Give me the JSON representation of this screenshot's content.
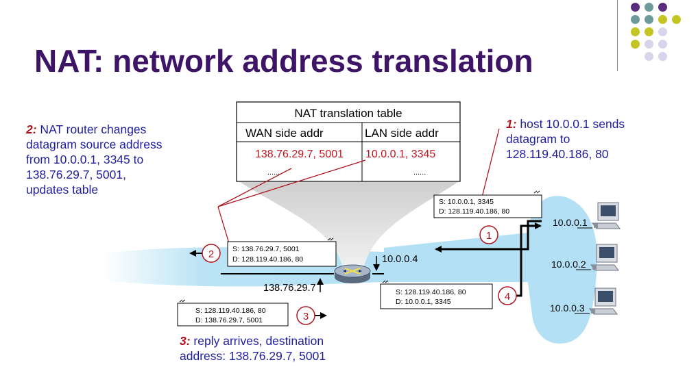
{
  "title": "NAT: network address translation",
  "colors": {
    "title": "#3d1466",
    "note_text": "#1f1f9e",
    "step_number": "#b0141d",
    "red_values": "#c0161f",
    "network_cloud": "#b3e0f5",
    "decor_purple": "#5b2d7e",
    "decor_teal": "#6f9a9a",
    "decor_yellow": "#c4c423",
    "decor_lilac": "#d8d4ec"
  },
  "notes": {
    "step1": {
      "number": "1:",
      "lines": [
        " host 10.0.0.1 sends",
        "datagram to",
        "128.119.40.186, 80"
      ]
    },
    "step2": {
      "number": "2:",
      "lines": [
        " NAT router changes",
        "datagram source address",
        "from 10.0.0.1, 3345 to",
        "138.76.29.7, 5001,",
        "updates table"
      ]
    },
    "step3": {
      "number": "3:",
      "lines": [
        " reply arrives, destination",
        "address: 138.76.29.7, 5001"
      ]
    }
  },
  "nat_table": {
    "title": "NAT translation table",
    "col_wan": "WAN side addr",
    "col_lan": "LAN side addr",
    "row_wan": "138.76.29.7, 5001",
    "row_lan": "10.0.0.1, 3345",
    "ellipsis_wan": "......",
    "ellipsis_lan": "......"
  },
  "datagrams": {
    "d1": {
      "src": "S: 10.0.0.1, 3345",
      "dst": "D: 128.119.40.186, 80"
    },
    "d2": {
      "src": "S: 138.76.29.7, 5001",
      "dst": "D: 128.119.40.186, 80"
    },
    "d3": {
      "src": "S: 128.119.40.186, 80",
      "dst": "D: 138.76.29.7, 5001"
    },
    "d4": {
      "src": "S: 128.119.40.186, 80",
      "dst": "D: 10.0.0.1, 3345"
    }
  },
  "step_circles": [
    "1",
    "2",
    "3",
    "4"
  ],
  "addresses": {
    "router_lan": "10.0.0.4",
    "router_wan": "138.76.29.7",
    "host1": "10.0.0.1",
    "host2": "10.0.0.2",
    "host3": "10.0.0.3"
  },
  "icons": [
    "router-icon",
    "computer-icon"
  ]
}
